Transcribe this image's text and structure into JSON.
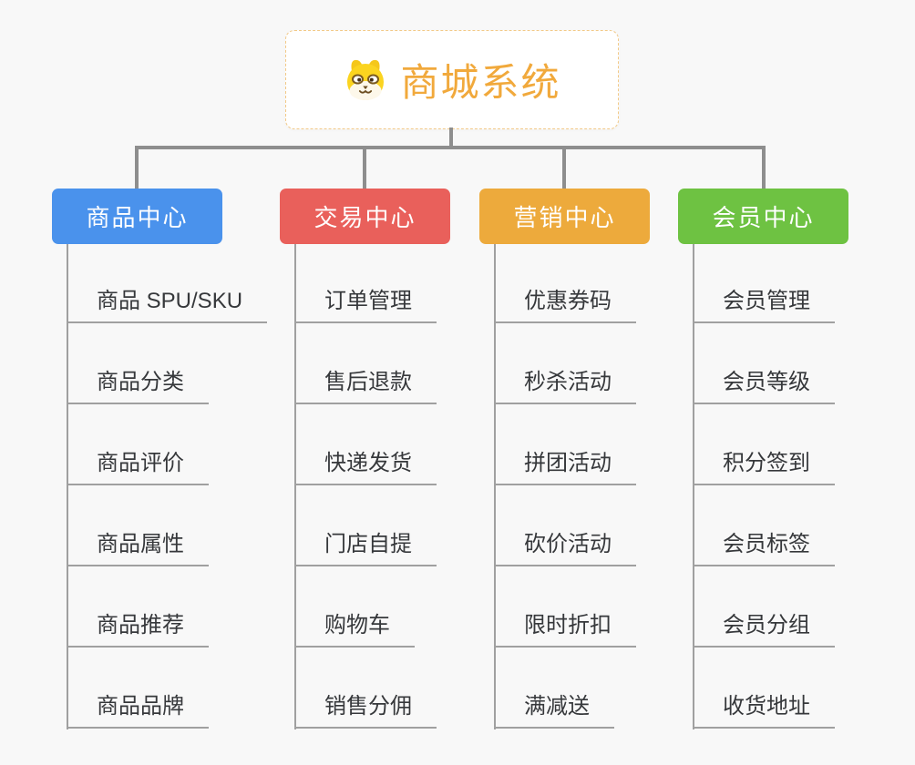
{
  "colors": {
    "background": "#f8f8f8",
    "connector": "#8e8e8e",
    "leaf_line": "#a0a0a0",
    "root_accent": "#f1a93c",
    "root_border": "#f2c987"
  },
  "root": {
    "label": "商城系统",
    "icon": "shiba-dog-face"
  },
  "branches": [
    {
      "label": "商品中心",
      "color": "#4a92ec",
      "items": [
        "商品 SPU/SKU",
        "商品分类",
        "商品评价",
        "商品属性",
        "商品推荐",
        "商品品牌"
      ]
    },
    {
      "label": "交易中心",
      "color": "#e9605b",
      "items": [
        "订单管理",
        "售后退款",
        "快递发货",
        "门店自提",
        "购物车",
        "销售分佣"
      ]
    },
    {
      "label": "营销中心",
      "color": "#edaa3c",
      "items": [
        "优惠券码",
        "秒杀活动",
        "拼团活动",
        "砍价活动",
        "限时折扣",
        "满减送"
      ]
    },
    {
      "label": "会员中心",
      "color": "#6ec242",
      "items": [
        "会员管理",
        "会员等级",
        "积分签到",
        "会员标签",
        "会员分组",
        "收货地址"
      ]
    }
  ]
}
